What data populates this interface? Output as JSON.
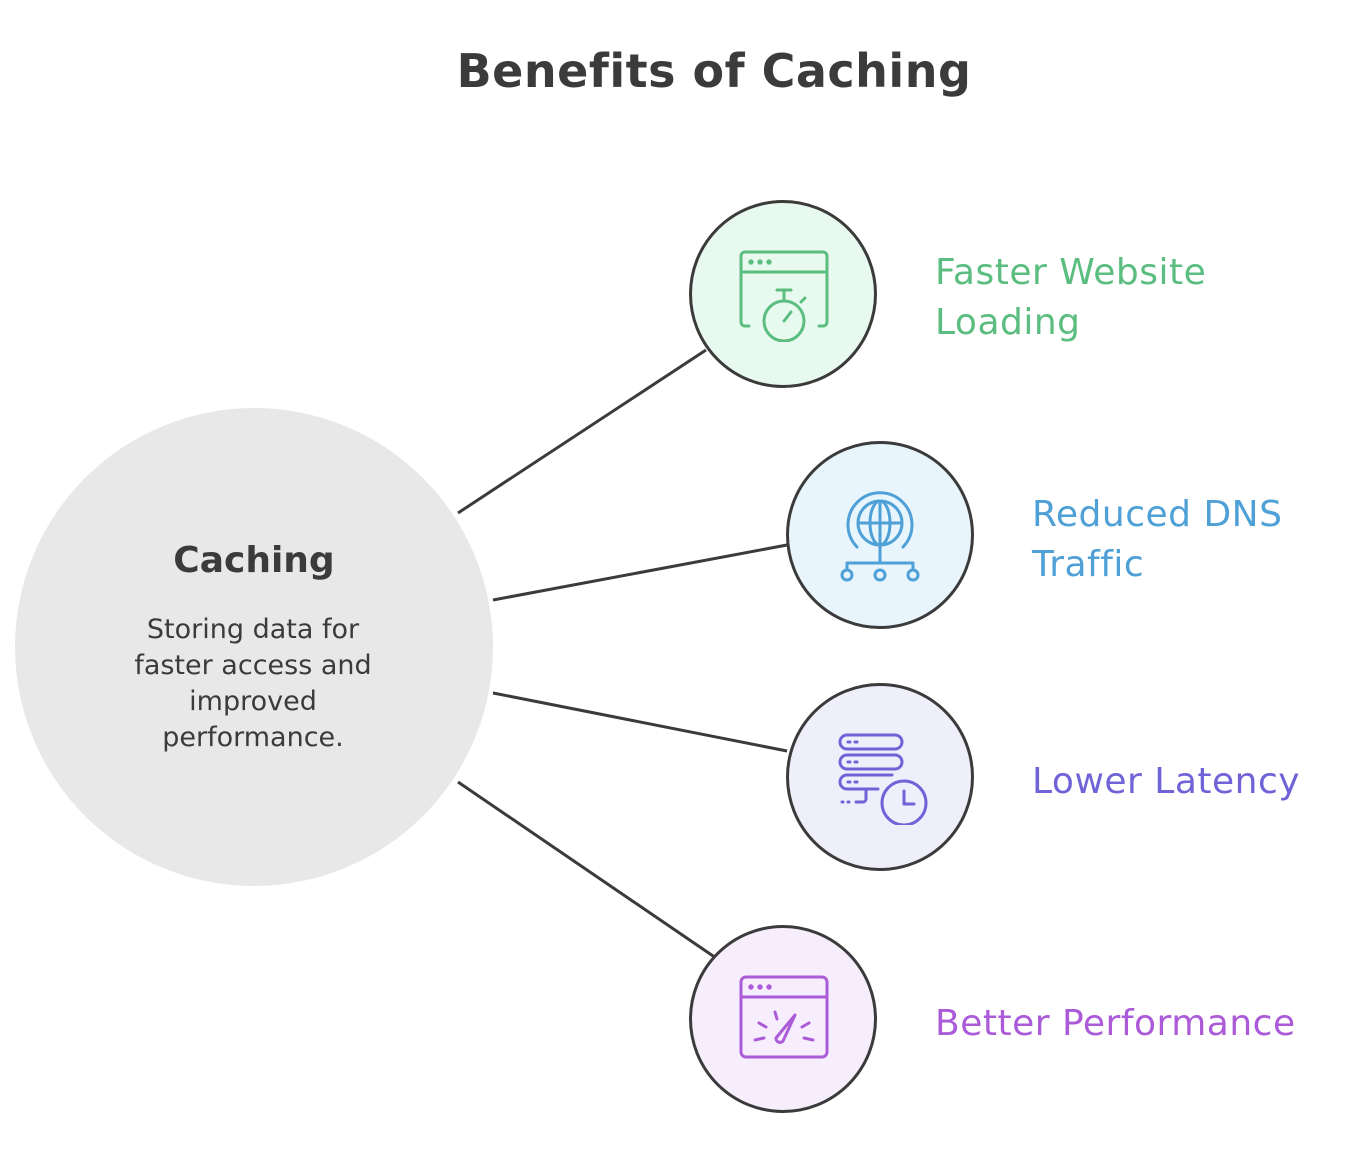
{
  "title": "Benefits of Caching",
  "hub": {
    "title": "Caching",
    "description": "Storing data for faster access and improved performance."
  },
  "benefits": [
    {
      "label": "Faster Website Loading",
      "icon": "browser-stopwatch-icon",
      "color": "#5bbd7f",
      "fill": "#e8faef"
    },
    {
      "label": "Reduced DNS Traffic",
      "icon": "globe-network-icon",
      "color": "#4ea0d6",
      "fill": "#e8f5fc"
    },
    {
      "label": "Lower Latency",
      "icon": "server-clock-icon",
      "color": "#7063d8",
      "fill": "#efeefb"
    },
    {
      "label": "Better Performance",
      "icon": "browser-speedometer-icon",
      "color": "#ab5bd8",
      "fill": "#f6eefc"
    }
  ],
  "colors": {
    "text": "#3b3b3b",
    "hub_fill": "#e8e8e8",
    "line": "#3b3b3b"
  }
}
